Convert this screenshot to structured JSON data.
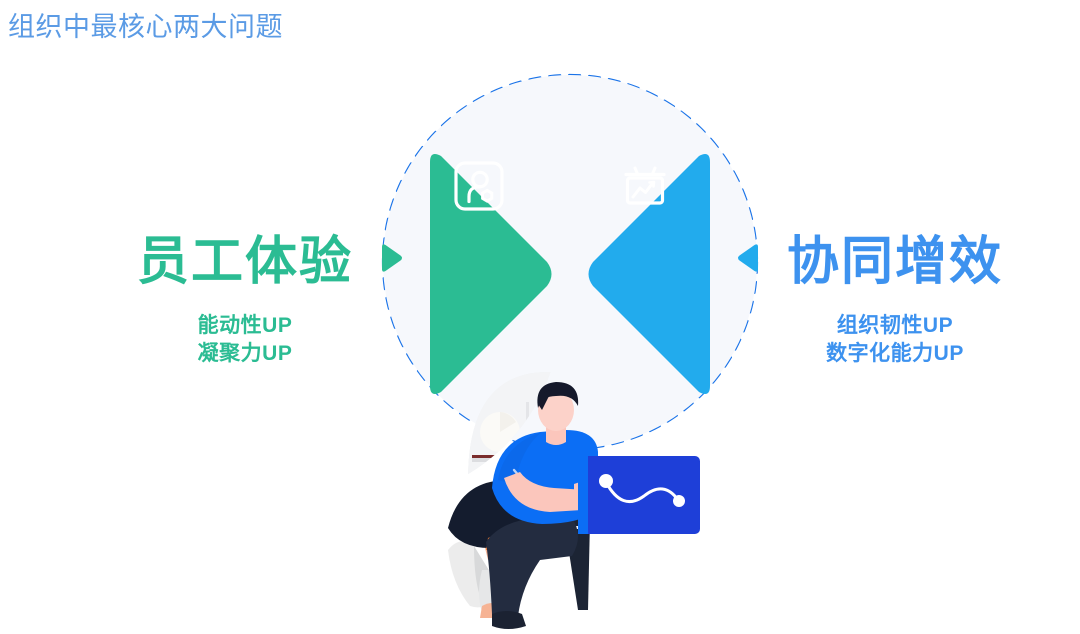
{
  "slide": {
    "title": "组织中最核心两大问题",
    "title_color": "#5b9be5",
    "background": "#ffffff"
  },
  "left_pillar": {
    "heading": "员工体验",
    "color": "#2bbc93",
    "points": [
      "能动性UP",
      "凝聚力UP"
    ],
    "icon_name": "user-profile-card-icon",
    "arrow_name": "arrow-right-triangle"
  },
  "right_pillar": {
    "heading": "协同增效",
    "color": "#22abed",
    "heading_color": "#3d92ef",
    "points": [
      "组织韧性UP",
      "数字化能力UP"
    ],
    "icon_name": "chart-board-icon",
    "arrow_name": "arrow-left-triangle"
  },
  "center_graphic": {
    "ring_style": "dashed",
    "ring_color": "#1a73e8",
    "disc_fill": "#f6f8fc",
    "left_triangle_color": "#2bbc93",
    "right_triangle_color": "#22abed",
    "illustration": "person-sitting-with-tablet",
    "tablet_color": "#1e3fd8",
    "shirt_color": "#0b6ef5",
    "pants_color": "#1e2639"
  }
}
